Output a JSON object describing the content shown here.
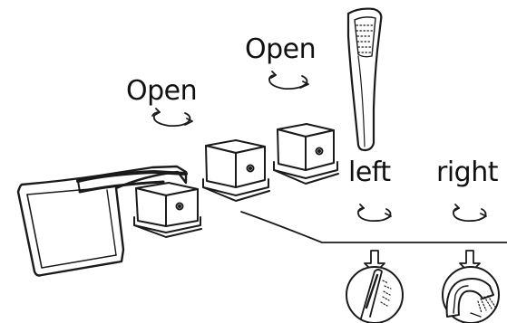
{
  "labels": {
    "open_left": "Open",
    "open_right": "Open",
    "left": "left",
    "right": "right"
  },
  "icons": [
    "rotate-arrow-icon",
    "down-arrow-icon",
    "handshower-spray-icon",
    "showerhead-spray-icon"
  ],
  "colors": {
    "ink": "#1a1a1a",
    "paper": "#ffffff"
  }
}
